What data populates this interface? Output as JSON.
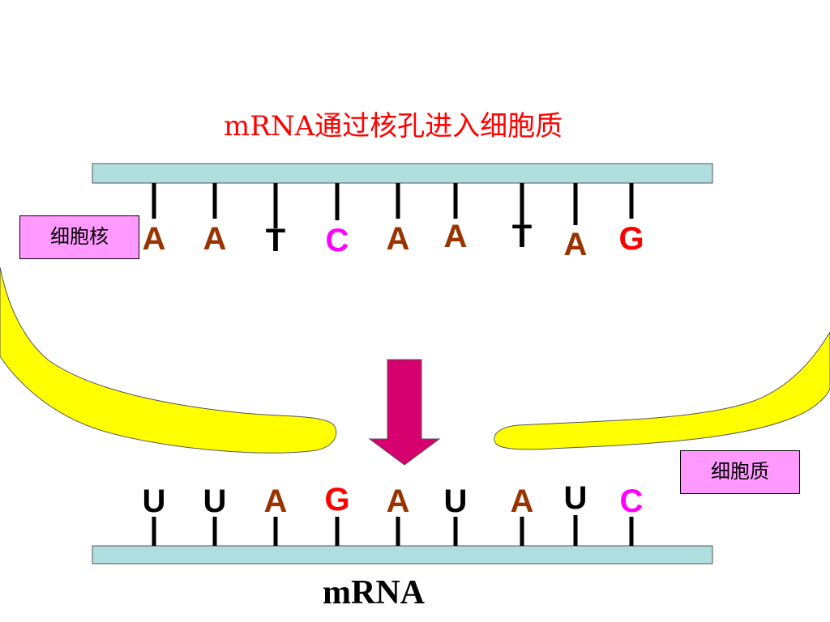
{
  "title": "mRNA通过核孔进入细胞质",
  "labels": {
    "nucleus": "细胞核",
    "cytoplasm": "细胞质",
    "mrna": "mRNA"
  },
  "top_strand": [
    "A",
    "A",
    "T",
    "C",
    "A",
    "A",
    "T",
    "A",
    "G"
  ],
  "bottom_strand": [
    "U",
    "U",
    "A",
    "G",
    "A",
    "U",
    "A",
    "U",
    "C"
  ],
  "base_colors": {
    "A": "#993300",
    "T": "#000000",
    "U": "#000000",
    "C": "#ff00ff",
    "G": "#ff0000"
  },
  "colors": {
    "strand": "#b0dede",
    "membrane": "#ffff00",
    "arrow": "#d6006f",
    "label_box": "#ff99ff"
  }
}
